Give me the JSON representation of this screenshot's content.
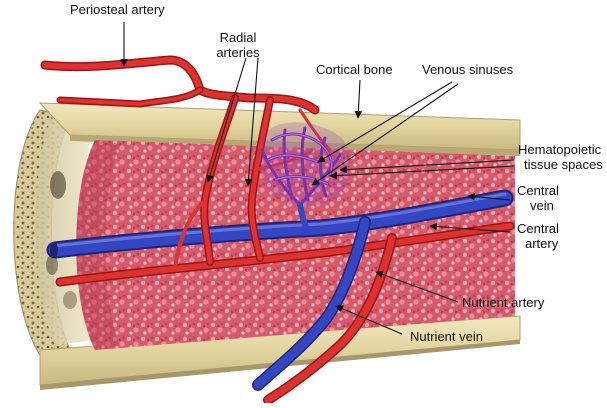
{
  "labels": {
    "periosteal_artery": "Periosteal artery",
    "radial_arteries_line1": "Radial",
    "radial_arteries_line2": "arteries",
    "cortical_bone": "Cortical bone",
    "venous_sinuses": "Venous sinuses",
    "hematopoietic_line1": "Hematopoietic",
    "hematopoietic_line2": "tissue spaces",
    "central_vein_line1": "Central",
    "central_vein_line2": "vein",
    "central_artery_line1": "Central",
    "central_artery_line2": "artery",
    "nutrient_artery": "Nutrient artery",
    "nutrient_vein": "Nutrient vein"
  },
  "colors": {
    "artery": "#d42a27",
    "artery_shade": "#9c1414",
    "vein": "#2f3fb4",
    "vein_shade": "#1c2678",
    "sinus": "#8a3fb8",
    "marrow": "#d2556a",
    "cortex": "#e8dcaa",
    "cortex_edge": "#b8a874"
  }
}
